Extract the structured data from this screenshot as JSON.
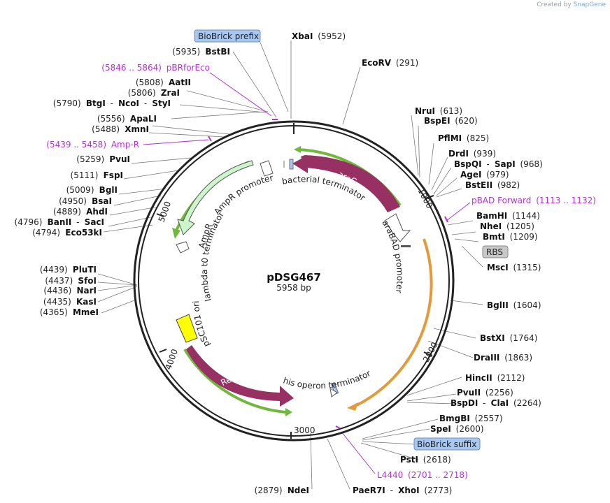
{
  "header": {
    "created_by": "Created by",
    "brand": "SnapGene"
  },
  "plasmid": {
    "name": "pDSG467",
    "size": "5958 bp"
  },
  "ticks": [
    "1000",
    "2000",
    "3000",
    "4000",
    "5000"
  ],
  "sites": [
    {
      "id": "xbai",
      "parts": [
        [
          "XbaI",
          "b"
        ],
        [
          "(5952)",
          "p"
        ]
      ]
    },
    {
      "id": "bstbi",
      "parts": [
        [
          "(5935)",
          "p"
        ],
        [
          "BstBI",
          "b"
        ]
      ]
    },
    {
      "id": "ecorv",
      "parts": [
        [
          "EcoRV",
          "b"
        ],
        [
          "(291)",
          "p"
        ]
      ]
    },
    {
      "id": "pbrforeco",
      "parts": [
        [
          "(5846 .. 5864)",
          "m"
        ],
        [
          "pBRforEco",
          "m"
        ]
      ]
    },
    {
      "id": "aatii",
      "parts": [
        [
          "(5808)",
          "p"
        ],
        [
          "AatII",
          "b"
        ]
      ]
    },
    {
      "id": "zrai",
      "parts": [
        [
          "(5806)",
          "p"
        ],
        [
          "ZraI",
          "b"
        ]
      ]
    },
    {
      "id": "btgi",
      "parts": [
        [
          "(5790)",
          "p"
        ],
        [
          "BtgI",
          "b"
        ],
        [
          "-",
          "p"
        ],
        [
          "NcoI",
          "b"
        ],
        [
          "-",
          "p"
        ],
        [
          "StyI",
          "b"
        ]
      ]
    },
    {
      "id": "nrui",
      "parts": [
        [
          "NruI",
          "b"
        ],
        [
          "(613)",
          "p"
        ]
      ]
    },
    {
      "id": "bspei",
      "parts": [
        [
          "BspEI",
          "b"
        ],
        [
          "(620)",
          "p"
        ]
      ]
    },
    {
      "id": "apali",
      "parts": [
        [
          "(5556)",
          "p"
        ],
        [
          "ApaLI",
          "b"
        ]
      ]
    },
    {
      "id": "xmni",
      "parts": [
        [
          "(5488)",
          "p"
        ],
        [
          "XmnI",
          "b"
        ]
      ]
    },
    {
      "id": "pflmi",
      "parts": [
        [
          "PflMI",
          "b"
        ],
        [
          "(825)",
          "p"
        ]
      ]
    },
    {
      "id": "ampr-primer",
      "parts": [
        [
          "(5439 .. 5458)",
          "m"
        ],
        [
          "Amp-R",
          "m"
        ]
      ]
    },
    {
      "id": "drdi",
      "parts": [
        [
          "DrdI",
          "b"
        ],
        [
          "(939)",
          "p"
        ]
      ]
    },
    {
      "id": "pvui",
      "parts": [
        [
          "(5259)",
          "p"
        ],
        [
          "PvuI",
          "b"
        ]
      ]
    },
    {
      "id": "bspqi",
      "parts": [
        [
          "BspQI",
          "b"
        ],
        [
          "-",
          "p"
        ],
        [
          "SapI",
          "b"
        ],
        [
          "(968)",
          "p"
        ]
      ]
    },
    {
      "id": "agei",
      "parts": [
        [
          "AgeI",
          "b"
        ],
        [
          "(979)",
          "p"
        ]
      ]
    },
    {
      "id": "fspi",
      "parts": [
        [
          "(5111)",
          "p"
        ],
        [
          "FspI",
          "b"
        ]
      ]
    },
    {
      "id": "bsteii",
      "parts": [
        [
          "BstEII",
          "b"
        ],
        [
          "(982)",
          "p"
        ]
      ]
    },
    {
      "id": "bgli",
      "parts": [
        [
          "(5009)",
          "p"
        ],
        [
          "BglI",
          "b"
        ]
      ]
    },
    {
      "id": "pbad",
      "parts": [
        [
          "pBAD Forward",
          "m"
        ],
        [
          "(1113 .. 1132)",
          "m"
        ]
      ]
    },
    {
      "id": "bsai",
      "parts": [
        [
          "(4950)",
          "p"
        ],
        [
          "BsaI",
          "b"
        ]
      ]
    },
    {
      "id": "ahdi",
      "parts": [
        [
          "(4889)",
          "p"
        ],
        [
          "AhdI",
          "b"
        ]
      ]
    },
    {
      "id": "bamhi",
      "parts": [
        [
          "BamHI",
          "b"
        ],
        [
          "(1144)",
          "p"
        ]
      ]
    },
    {
      "id": "banii",
      "parts": [
        [
          "(4796)",
          "p"
        ],
        [
          "BanII",
          "b"
        ],
        [
          "-",
          "p"
        ],
        [
          "SacI",
          "b"
        ]
      ]
    },
    {
      "id": "nhei",
      "parts": [
        [
          "NheI",
          "b"
        ],
        [
          "(1205)",
          "p"
        ]
      ]
    },
    {
      "id": "eco53ki",
      "parts": [
        [
          "(4794)",
          "p"
        ],
        [
          "Eco53kI",
          "b"
        ]
      ]
    },
    {
      "id": "bmti",
      "parts": [
        [
          "BmtI",
          "b"
        ],
        [
          "(1209)",
          "p"
        ]
      ]
    },
    {
      "id": "msci",
      "parts": [
        [
          "MscI",
          "b"
        ],
        [
          "(1315)",
          "p"
        ]
      ]
    },
    {
      "id": "pluti",
      "parts": [
        [
          "(4439)",
          "p"
        ],
        [
          "PluTI",
          "b"
        ]
      ]
    },
    {
      "id": "sfoi",
      "parts": [
        [
          "(4437)",
          "p"
        ],
        [
          "SfoI",
          "b"
        ]
      ]
    },
    {
      "id": "nari",
      "parts": [
        [
          "(4436)",
          "p"
        ],
        [
          "NarI",
          "b"
        ]
      ]
    },
    {
      "id": "kasi",
      "parts": [
        [
          "(4435)",
          "p"
        ],
        [
          "KasI",
          "b"
        ]
      ]
    },
    {
      "id": "bglii",
      "parts": [
        [
          "BglII",
          "b"
        ],
        [
          "(1604)",
          "p"
        ]
      ]
    },
    {
      "id": "mmei",
      "parts": [
        [
          "(4365)",
          "p"
        ],
        [
          "MmeI",
          "b"
        ]
      ]
    },
    {
      "id": "bstxi",
      "parts": [
        [
          "BstXI",
          "b"
        ],
        [
          "(1764)",
          "p"
        ]
      ]
    },
    {
      "id": "draiii",
      "parts": [
        [
          "DraIII",
          "b"
        ],
        [
          "(1863)",
          "p"
        ]
      ]
    },
    {
      "id": "hincii",
      "parts": [
        [
          "HincII",
          "b"
        ],
        [
          "(2112)",
          "p"
        ]
      ]
    },
    {
      "id": "pvuii",
      "parts": [
        [
          "PvuII",
          "b"
        ],
        [
          "(2256)",
          "p"
        ]
      ]
    },
    {
      "id": "bspdi",
      "parts": [
        [
          "BspDI",
          "b"
        ],
        [
          "-",
          "p"
        ],
        [
          "ClaI",
          "b"
        ],
        [
          "(2264)",
          "p"
        ]
      ]
    },
    {
      "id": "bmgbi",
      "parts": [
        [
          "BmgBI",
          "b"
        ],
        [
          "(2557)",
          "p"
        ]
      ]
    },
    {
      "id": "spei",
      "parts": [
        [
          "SpeI",
          "b"
        ],
        [
          "(2600)",
          "p"
        ]
      ]
    },
    {
      "id": "psti",
      "parts": [
        [
          "PstI",
          "b"
        ],
        [
          "(2618)",
          "p"
        ]
      ]
    },
    {
      "id": "l4440",
      "parts": [
        [
          "L4440",
          "m"
        ],
        [
          "(2701 .. 2718)",
          "m"
        ]
      ]
    },
    {
      "id": "ndei",
      "parts": [
        [
          "(2879)",
          "p"
        ],
        [
          "NdeI",
          "b"
        ]
      ]
    },
    {
      "id": "paer7i",
      "parts": [
        [
          "PaeR7I",
          "b"
        ],
        [
          "-",
          "p"
        ],
        [
          "XhoI",
          "b"
        ],
        [
          "(2773)",
          "p"
        ]
      ]
    }
  ],
  "boxes": {
    "biobrick_prefix": "BioBrick prefix",
    "rbs": "RBS",
    "biobrick_suffix": "BioBrick suffix"
  },
  "features": {
    "arac": "araC",
    "bacterial_terminator": "bacterial terminator",
    "arabad_promoter": "araBAD promoter",
    "ampr_promoter": "AmpR promoter",
    "ampr": "AmpR",
    "lambda_t0_terminator": "lambda t0 terminator",
    "psc101_ori": "pSC101 ori",
    "rep101": "Rep101",
    "his_operon_terminator": "his operon terminator"
  },
  "colors": {
    "arac": "#973163",
    "rep101": "#973163",
    "ampr": "#ccf5cc",
    "primer": "#b232d2",
    "green_arc": "#6fb83b",
    "orange_arc": "#e39a3a",
    "ori": "#ffff00",
    "terminator": "#aac4f3",
    "box_fill": "#a8c8f0",
    "rbs_fill": "#c8c8c8"
  }
}
